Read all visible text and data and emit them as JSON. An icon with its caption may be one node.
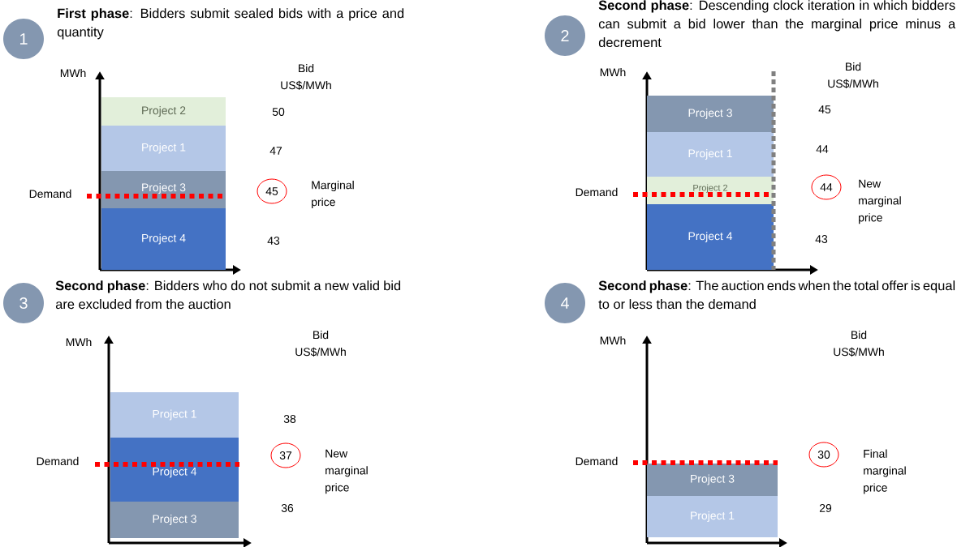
{
  "diagram": {
    "nodes": [
      {
        "text": [
          "1"
        ],
        "beside": [
          "**First phase**: Bidders submit sealed bids with a price and quantity"
        ]
      },
      {
        "text": [
          "Project 2"
        ]
      },
      {
        "text": [
          "Project 1"
        ]
      },
      {
        "text": [
          "Project 3"
        ]
      },
      {
        "text": [
          "Project 4"
        ]
      },
      {
        "text": [
          "45"
        ],
        "beside": [
          "Marginal price"
        ]
      },
      {
        "text": [
          "2"
        ],
        "beside": [
          "**Second phase**: Descending clock iteration in which bidders can submit a bid lower than the marginal price minus a decrement"
        ]
      },
      {
        "text": [
          "Project 3"
        ]
      },
      {
        "text": [
          "Project 1"
        ]
      },
      {
        "text": [
          "Project 2"
        ]
      },
      {
        "text": [
          "Project 4"
        ]
      },
      {
        "text": [
          "44"
        ],
        "beside": [
          "New marginal price"
        ]
      },
      {
        "text": [
          "3"
        ],
        "beside": [
          "**Second phase**: Bidders who do not submit a new valid bid are excluded from the auction"
        ]
      },
      {
        "text": [
          "Project 1"
        ]
      },
      {
        "text": [
          "Project 4"
        ]
      },
      {
        "text": [
          "Project 3"
        ]
      },
      {
        "text": [
          "37"
        ],
        "beside": [
          "New marginal price"
        ]
      },
      {
        "text": [
          "4"
        ],
        "beside": [
          "**Second phase**: The auction ends when the total offer is equal to or less than the demand"
        ]
      },
      {
        "text": [
          "Project 3"
        ]
      },
      {
        "text": [
          "Project 1"
        ]
      },
      {
        "text": [
          "30"
        ],
        "beside": [
          "Final marginal price"
        ]
      }
    ],
    "labels": [
      "MWh",
      "Bid US$/MWh",
      "50",
      "47",
      "Demand",
      "43",
      "MWh",
      "Bid US$/MWh",
      "45",
      "44",
      "Demand",
      "43",
      "MWh",
      "Bid US$/MWh",
      "38",
      "Demand",
      "36",
      "MWh",
      "Bid US$/MWh",
      "Demand",
      "29"
    ]
  }
}
